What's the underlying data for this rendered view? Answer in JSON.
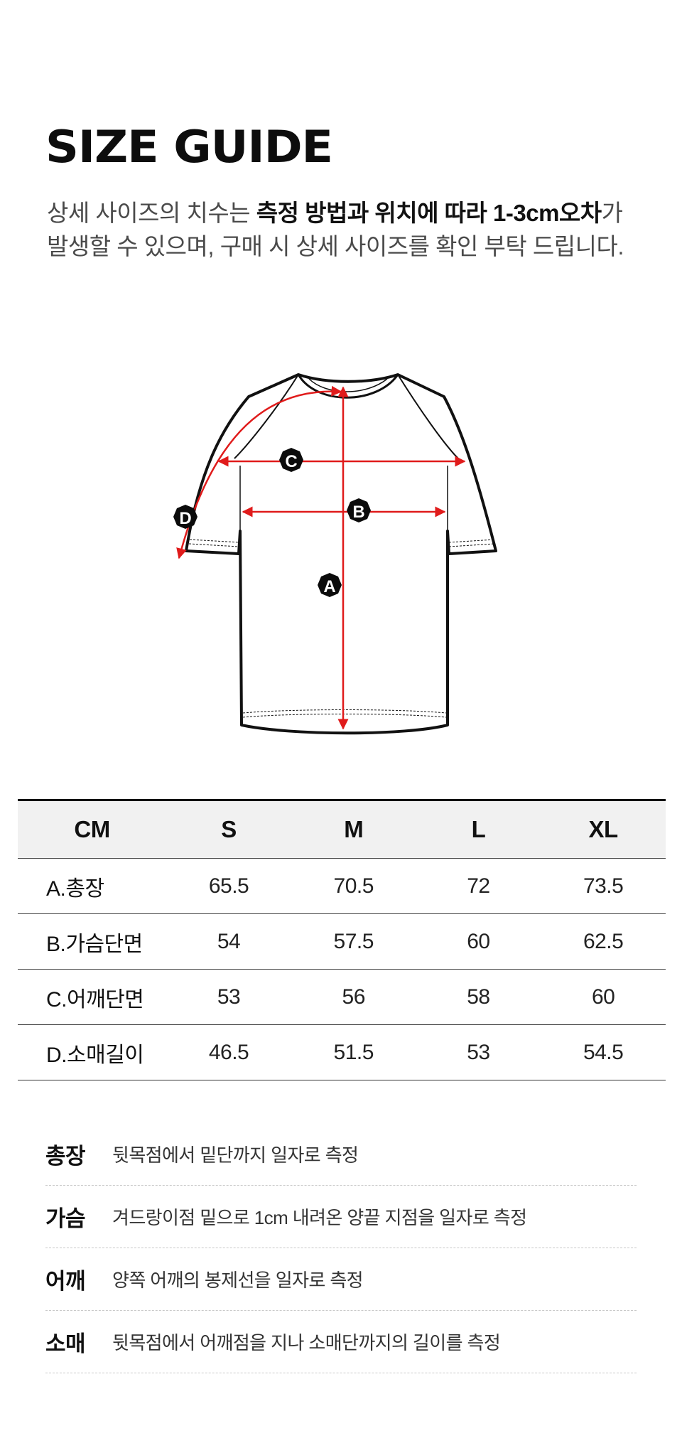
{
  "header": {
    "title": "SIZE GUIDE",
    "intro_part1": "상세 사이즈의 치수는 ",
    "intro_bold": "측정 방법과 위치에 따라 1-3cm오차",
    "intro_part2": "가",
    "intro_line2": "발생할 수 있으며, 구매 시 상세 사이즈를 확인 부탁 드립니다."
  },
  "diagram": {
    "labels": {
      "a": "A",
      "b": "B",
      "c": "C",
      "d": "D"
    },
    "colors": {
      "line": "#111111",
      "arrow": "#e01b1b",
      "badge": "#0b0b0b"
    }
  },
  "table": {
    "headers": [
      "CM",
      "S",
      "M",
      "L",
      "XL"
    ],
    "rows": [
      [
        "A.총장",
        "65.5",
        "70.5",
        "72",
        "73.5"
      ],
      [
        "B.가슴단면",
        "54",
        "57.5",
        "60",
        "62.5"
      ],
      [
        "C.어깨단면",
        "53",
        "56",
        "58",
        "60"
      ],
      [
        "D.소매길이",
        "46.5",
        "51.5",
        "53",
        "54.5"
      ]
    ]
  },
  "notes": [
    {
      "key": "총장",
      "text": "뒷목점에서 밑단까지 일자로 측정"
    },
    {
      "key": "가슴",
      "text": "겨드랑이점 밑으로 1cm 내려온 양끝 지점을 일자로 측정"
    },
    {
      "key": "어깨",
      "text": "양쪽 어깨의 봉제선을 일자로 측정"
    },
    {
      "key": "소매",
      "text": "뒷목점에서 어깨점을 지나 소매단까지의 길이를 측정"
    }
  ]
}
